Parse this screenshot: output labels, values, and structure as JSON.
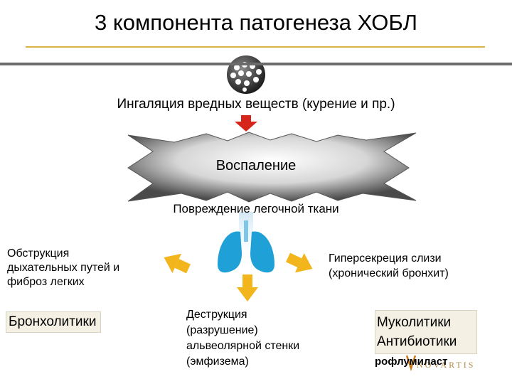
{
  "slide": {
    "title": "3 компонента патогенеза ХОБЛ",
    "inhalation": "Ингаляция вредных веществ (курение и пр.)",
    "inflammation": "Воспаление",
    "tissue_damage": "Повреждение легочной ткани",
    "obstruction": [
      "Обструкция",
      "дыхательных путей и",
      "фиброз легких"
    ],
    "hypersecretion": [
      "Гиперсекреция слизи",
      "(хронический бронхит)"
    ],
    "destruction": [
      "Деструкция",
      "(разрушение)",
      "альвеолярной стенки",
      "(эмфизема)"
    ],
    "bronchodilators": "Бронхолитики",
    "mucolytics": "Муколитики",
    "antibiotics": "Антибиотики",
    "roflumilast": "рофлумиласт",
    "logo_text": "NOVARTIS"
  },
  "colors": {
    "arrow_red": "#d6261c",
    "arrow_yellow": "#f2b51b",
    "lung_blue": "#1fa0d6",
    "title_rule": "#d9b44a",
    "dark_rule": "#6b6b6b",
    "box_fill": "#f4f1e4"
  }
}
